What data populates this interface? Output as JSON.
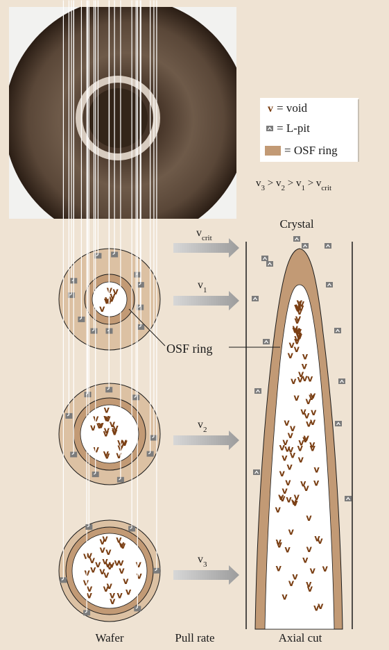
{
  "legend": {
    "void_label": "= void",
    "lpit_label": "= L-pit",
    "osf_label": "= OSF ring"
  },
  "inequality": {
    "v3": "v",
    "v3_sub": "3",
    "gt1": " > ",
    "v2": "v",
    "v2_sub": "2",
    "gt2": " > ",
    "v1": "v",
    "v1_sub": "1",
    "gt3": " > ",
    "vc": "v",
    "vc_sub": "crit"
  },
  "rates": {
    "vcrit": "v",
    "vcrit_sub": "crit",
    "v1": "v",
    "v1_sub": "1",
    "v2": "v",
    "v2_sub": "2",
    "v3": "v",
    "v3_sub": "3"
  },
  "crystal_label": "Crystal",
  "osf_callout": "OSF ring",
  "bottom_labels": {
    "wafer": "Wafer",
    "pull_rate": "Pull rate",
    "axial_cut": "Axial cut"
  },
  "colors": {
    "background": "#efe3d3",
    "osf_ring": "#c29a75",
    "wafer_outer": "#dcc1a3",
    "void": "#7a3f14",
    "lpit": "#7b7b7b",
    "arrow": "#a9a9a9",
    "photo_dark": "#3a2a1f"
  },
  "icons": {
    "void": "v-shaped-void-icon",
    "lpit": "square-l-pit-icon"
  }
}
